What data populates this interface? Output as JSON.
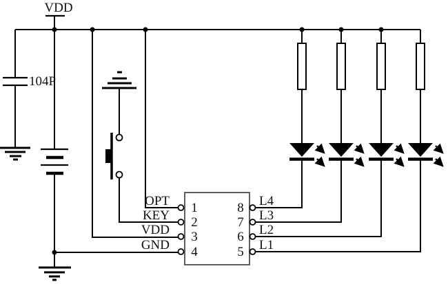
{
  "schematic": {
    "power_rail_label": "VDD",
    "capacitor_value": "104P",
    "ic": {
      "left_pins": [
        {
          "number": "1",
          "label": "OPT"
        },
        {
          "number": "2",
          "label": "KEY"
        },
        {
          "number": "3",
          "label": "VDD"
        },
        {
          "number": "4",
          "label": "GND"
        }
      ],
      "right_pins": [
        {
          "number": "8",
          "label": "L4"
        },
        {
          "number": "7",
          "label": "L3"
        },
        {
          "number": "6",
          "label": "L2"
        },
        {
          "number": "5",
          "label": "L1"
        }
      ]
    },
    "colors": {
      "wire": "#000000",
      "ic_border": "#4d4d4d",
      "background": "#ffffff"
    }
  }
}
